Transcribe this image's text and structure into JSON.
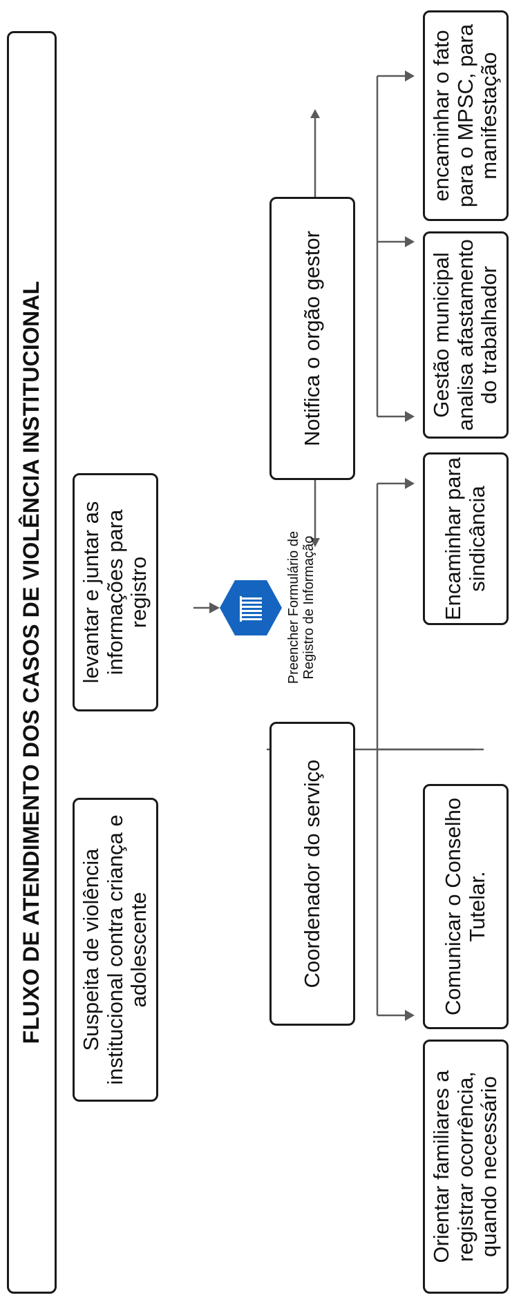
{
  "title": "FLUXO DE ATENDIMENTO DOS CASOS DE VIOLÊNCIA INSTITUCIONAL",
  "nodes": {
    "suspeita": "Suspeita de violência institucional contra criança e adolescente",
    "levantar": "levantar e juntar as informações para registro",
    "form_label": "Preencher Formulário de Registro de Informação",
    "coordenador": "Coordenador do serviço",
    "notifica": "Notifica o orgão gestor",
    "orientar": "Orientar familiares a registrar ocorrência, quando necessário",
    "comunicar": "Comunicar o Conselho Tutelar.",
    "sindicancia": "Encaminhar para sindicância",
    "gestao": "Gestão municipal analisa afastamento do trabalhador",
    "mpsc": "encaminhar o fato para o MPSC, para manifestação"
  },
  "icon": {
    "name": "form-icon",
    "color": "#1565c0"
  }
}
